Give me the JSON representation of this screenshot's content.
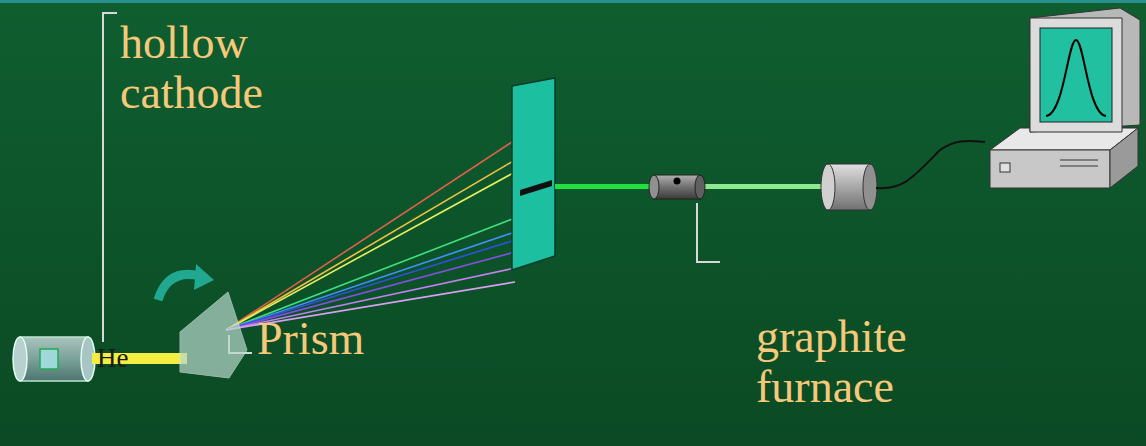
{
  "diagram": {
    "labels": [
      "hollow cathode",
      "He",
      "Prism",
      "graphite furnace"
    ]
  }
}
